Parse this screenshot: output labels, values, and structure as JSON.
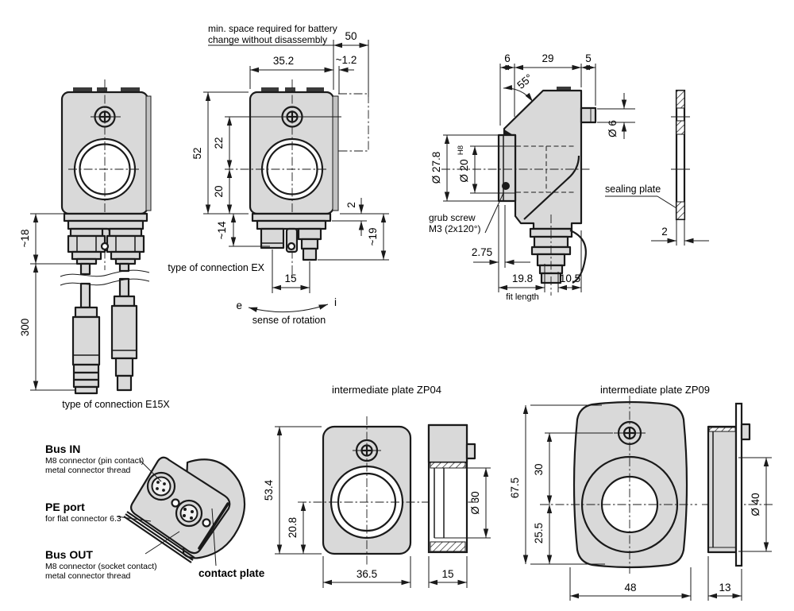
{
  "colors": {
    "body_fill": "#d9d9d9",
    "line_color": "#1a1a1a",
    "background": "#ffffff"
  },
  "views": {
    "front_e15x": {
      "dim_height_offset": "~18",
      "dim_cable_length": "300",
      "caption": "type of connection E15X"
    },
    "front_ex": {
      "note_line1": "min. space required for battery",
      "note_line2": "change without disassembly",
      "dim_50": "50",
      "dim_35_2": "35.2",
      "dim_1_2": "~1.2",
      "dim_52": "52",
      "dim_22": "22",
      "dim_20": "20",
      "dim_14": "~14",
      "dim_2": "2",
      "dim_19": "~19",
      "dim_15": "15",
      "caption": "type of connection EX",
      "rotation_e": "e",
      "rotation_i": "i",
      "rotation_caption": "sense of rotation"
    },
    "side": {
      "dim_6": "6",
      "dim_29": "29",
      "dim_5": "5",
      "angle": "55°",
      "dia_27_8": "Ø 27.8",
      "dia_20": "Ø 20",
      "tolerance": "H8",
      "dia_6": "Ø 6",
      "grub_screw_line1": "grub screw",
      "grub_screw_line2": "M3 (2x120°)",
      "dim_2_75": "2.75",
      "dim_19_8": "19.8",
      "dim_10_5": "10.5",
      "fit_length": "fit length",
      "sealing_plate_label": "sealing plate",
      "dim_seal_2": "2"
    },
    "connector_3d": {
      "bus_in": "Bus IN",
      "bus_in_sub1": "M8 connector (pin contact)",
      "bus_in_sub2": "metal connector thread",
      "pe_port": "PE port",
      "pe_port_sub1": "for flat connector 6.3",
      "bus_out": "Bus OUT",
      "bus_out_sub1": "M8 connector (socket contact)",
      "bus_out_sub2": "metal connector thread",
      "contact_plate": "contact plate"
    },
    "zp04": {
      "title": "intermediate plate ZP04",
      "dim_53_4": "53.4",
      "dim_20_8": "20.8",
      "dim_36_5": "36.5",
      "dim_15": "15",
      "dia_30": "Ø 30"
    },
    "zp09": {
      "title": "intermediate plate ZP09",
      "dim_67_5": "67.5",
      "dim_30": "30",
      "dim_25_5": "25.5",
      "dim_48": "48",
      "dim_13": "13",
      "dia_40": "Ø 40"
    }
  }
}
